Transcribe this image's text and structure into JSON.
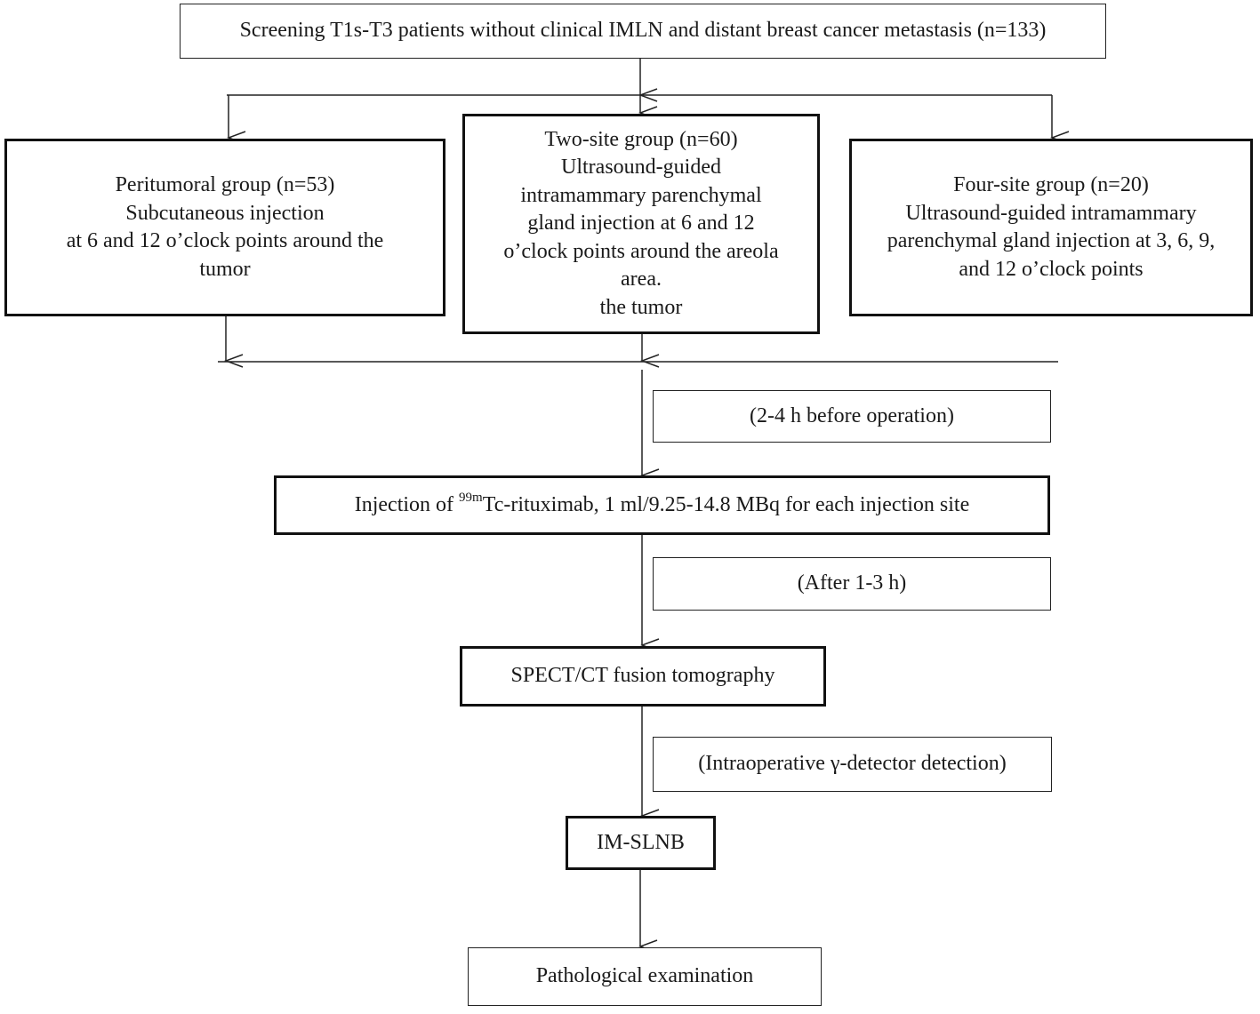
{
  "screening": "Screening T1s-T3 patients without clinical IMLN and distant breast cancer metastasis (n=133)",
  "groups": {
    "peritumoral": {
      "lines": [
        "Peritumoral group (n=53)",
        "Subcutaneous injection",
        "at 6 and 12 o’clock points around the",
        "tumor"
      ]
    },
    "two_site": {
      "lines": [
        "Two-site group (n=60)",
        "Ultrasound-guided",
        "intramammary parenchymal",
        "gland injection at 6 and 12",
        "o’clock points around the areola",
        "area.",
        "the tumor"
      ]
    },
    "four_site": {
      "lines": [
        "Four-site group (n=20)",
        "Ultrasound-guided intramammary",
        "parenchymal gland injection at 3, 6, 9,",
        "and 12 o’clock points"
      ]
    }
  },
  "timing_1": "(2-4 h before operation)",
  "injection": {
    "prefix": "Injection of ",
    "superscript": "99m",
    "suffix": "Tc-rituximab, 1 ml/9.25-14.8 MBq for each injection site"
  },
  "timing_2": "(After 1-3 h)",
  "spect": "SPECT/CT fusion tomography",
  "timing_3": "(Intraoperative γ-detector detection)",
  "im_slnb": "IM-SLNB",
  "pathology": "Pathological examination"
}
